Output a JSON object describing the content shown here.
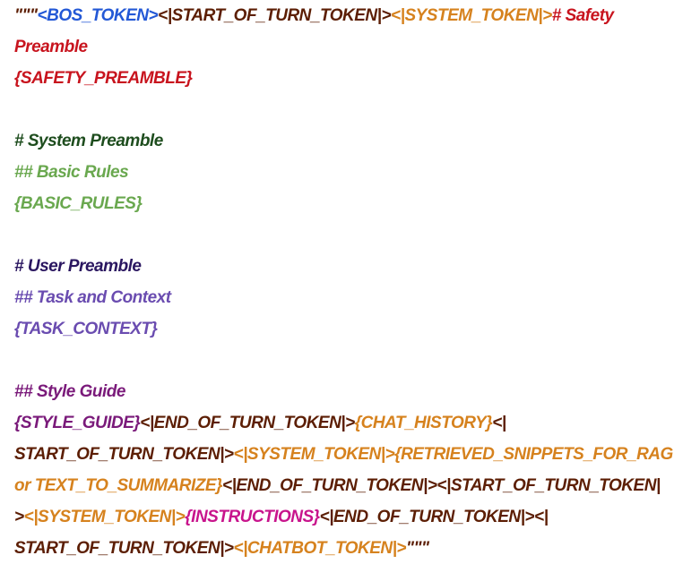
{
  "colors": {
    "dark": "#5c1e04",
    "blue": "#2358d6",
    "orange": "#d6821e",
    "red": "#c8141e",
    "dark_green": "#1e4d1e",
    "green": "#6aa84f",
    "dark_purple": "#2a1660",
    "purple": "#6a4cb0",
    "magenta": "#7a1a7a",
    "pink": "#c8148c"
  },
  "lines": [
    [
      {
        "text": "\"\"\"",
        "c": "dark"
      },
      {
        "text": "<BOS_TOKEN>",
        "c": "blue"
      },
      {
        "text": "<|START_OF_TURN_TOKEN|>",
        "c": "dark"
      },
      {
        "text": "<|SYSTEM_TOKEN|>",
        "c": "orange"
      },
      {
        "text": "# Safety",
        "c": "red"
      }
    ],
    [
      {
        "text": "Preamble",
        "c": "red"
      }
    ],
    [
      {
        "text": "{SAFETY_PREAMBLE}",
        "c": "red"
      }
    ],
    [],
    [
      {
        "text": "# System Preamble",
        "c": "dark_green"
      }
    ],
    [
      {
        "text": "## Basic Rules",
        "c": "green"
      }
    ],
    [
      {
        "text": "{BASIC_RULES}",
        "c": "green"
      }
    ],
    [],
    [
      {
        "text": "# User Preamble",
        "c": "dark_purple"
      }
    ],
    [
      {
        "text": "## Task and Context",
        "c": "purple"
      }
    ],
    [
      {
        "text": "{TASK_CONTEXT}",
        "c": "purple"
      }
    ],
    [],
    [
      {
        "text": "## Style Guide",
        "c": "magenta"
      }
    ],
    [
      {
        "text": "{STYLE_GUIDE}",
        "c": "magenta"
      },
      {
        "text": "<|END_OF_TURN_TOKEN|>",
        "c": "dark"
      },
      {
        "text": "{CHAT_HISTORY}",
        "c": "orange"
      },
      {
        "text": "<|",
        "c": "dark"
      }
    ],
    [
      {
        "text": "START_OF_TURN_TOKEN|>",
        "c": "dark"
      },
      {
        "text": "<|SYSTEM_TOKEN|>",
        "c": "orange"
      },
      {
        "text": "{RETRIEVED_SNIPPETS_FOR_RAG",
        "c": "orange"
      }
    ],
    [
      {
        "text": "or TEXT_TO_SUMMARIZE}",
        "c": "orange"
      },
      {
        "text": "<|END_OF_TURN_TOKEN|><|START_OF_TURN_TOKEN|",
        "c": "dark"
      }
    ],
    [
      {
        "text": ">",
        "c": "dark"
      },
      {
        "text": "<|SYSTEM_TOKEN|>",
        "c": "orange"
      },
      {
        "text": "{INSTRUCTIONS}",
        "c": "pink"
      },
      {
        "text": "<|END_OF_TURN_TOKEN|><|",
        "c": "dark"
      }
    ],
    [
      {
        "text": "START_OF_TURN_TOKEN|>",
        "c": "dark"
      },
      {
        "text": "<|CHATBOT_TOKEN|>",
        "c": "orange"
      },
      {
        "text": "\"\"\"",
        "c": "dark"
      }
    ]
  ]
}
